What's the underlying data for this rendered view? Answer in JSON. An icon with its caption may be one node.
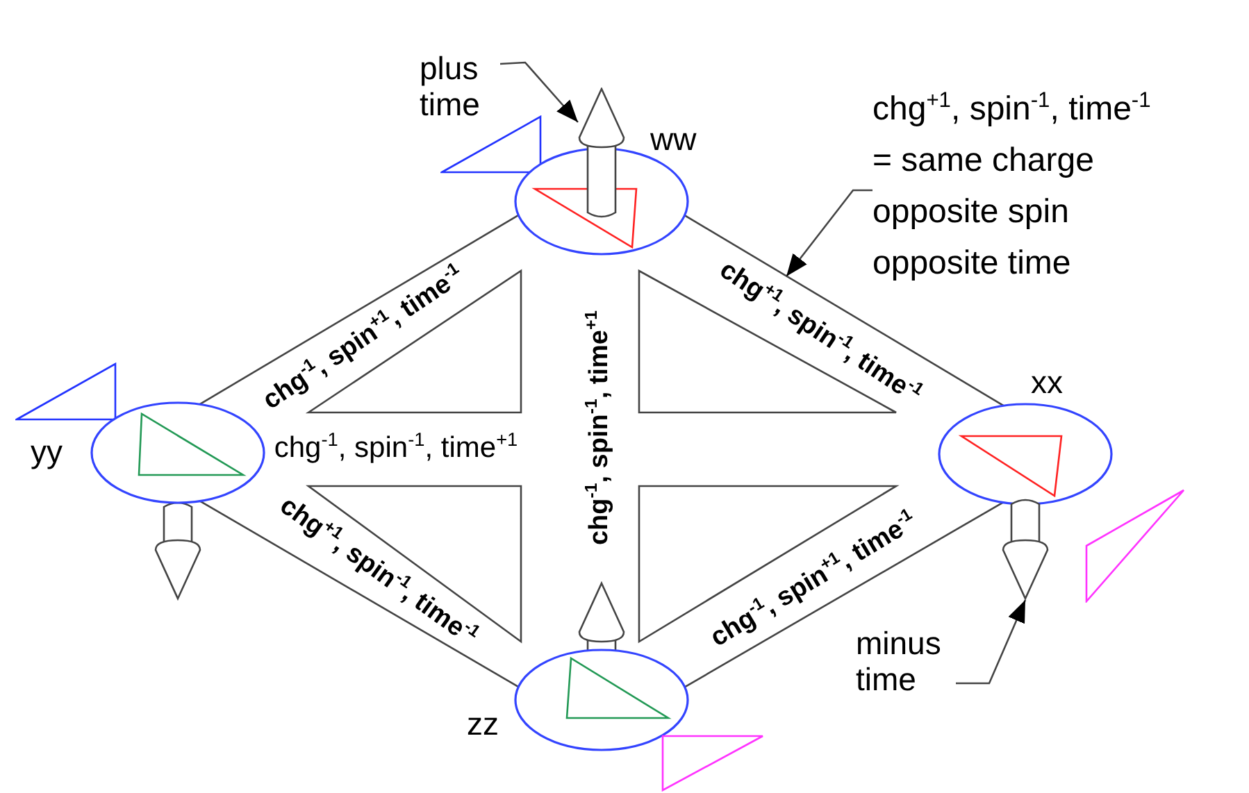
{
  "diagram": {
    "nodes": [
      {
        "text": [
          "plus time"
        ]
      },
      {
        "text": [],
        "shape": "triangle"
      },
      {
        "text": [],
        "shape": "ellipse",
        "beside": [
          "ww"
        ]
      },
      {
        "text": [],
        "shape": "arrow"
      },
      {
        "text": [
          "chg$^{+1}$, spin$^{-1}$, time$^{-1}$",
          "= same charge opposite spin opposite time"
        ]
      },
      {
        "text": [],
        "shape": "triangle"
      },
      {
        "text": [],
        "shape": "ellipse",
        "beside": [
          "yy"
        ]
      },
      {
        "text": [],
        "shape": "ellipse",
        "beside": [
          "xx"
        ]
      },
      {
        "text": [],
        "shape": "triangle"
      },
      {
        "text": [],
        "shape": "arrow"
      },
      {
        "text": [],
        "shape": "ellipse",
        "beside": [
          "zz"
        ]
      },
      {
        "text": [
          "minus time"
        ]
      },
      {
        "text": [],
        "shape": "triangle"
      }
    ],
    "edges": [
      {
        "from": 2,
        "to": 6,
        "arrow": "none",
        "label": "chg$^{-1}$, spin$^{+1}$, time$^{-1}$"
      },
      {
        "from": 2,
        "to": 7,
        "arrow": "none",
        "label": "chg$^{+1}$, spin$^{-1}$, time$^{-1}$"
      },
      {
        "from": 6,
        "to": 10,
        "arrow": "none",
        "label": "chg$^{+1}$, spin$^{-1}$, time$^{-1}$"
      },
      {
        "from": 10,
        "to": 7,
        "arrow": "none",
        "label": "chg$^{-1}$, spin$^{+1}$, time$^{-1}$"
      },
      {
        "from": 0,
        "to": 3,
        "arrow": "to"
      },
      {
        "from": 4,
        "to": null,
        "arrow": "to"
      },
      {
        "from": 11,
        "to": 9,
        "arrow": "to"
      }
    ],
    "labels": [
      "chg$^{-1}$, spin$^{-1}$, time$^{+1}$",
      "chg$^{-1}$, spin$^{-1}$, time$^{+1}$"
    ]
  }
}
